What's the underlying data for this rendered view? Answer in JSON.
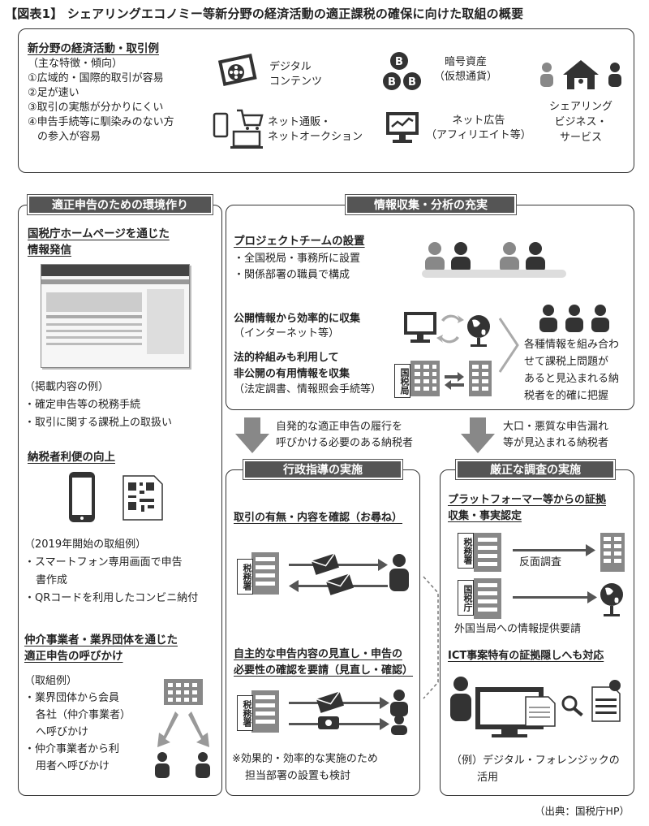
{
  "title": "【図表1】 シェアリングエコノミー等新分野の経済活動の適正課税の確保に向けた取組の概要",
  "top": {
    "heading": "新分野の経済活動・取引例",
    "features_label": "（主な特徴・傾向）",
    "features": [
      "①広域的・国際的取引が容易",
      "②足が速い",
      "③取引の実態が分かりにくい",
      "④申告手続等に馴染みのない方",
      "の参入が容易"
    ],
    "icons": {
      "digital": [
        "デジタル",
        "コンテンツ"
      ],
      "crypto": [
        "暗号資産",
        "（仮想通貨）"
      ],
      "sharing": [
        "シェアリング",
        "ビジネス・",
        "サービス"
      ],
      "ecommerce": [
        "ネット通販・",
        "ネットオークション"
      ],
      "ads": [
        "ネット広告",
        "（アフィリエイト等）"
      ]
    }
  },
  "left": {
    "tag": "適正申告のための環境作り",
    "s1_heading": [
      "国税庁ホームページを通じた",
      "情報発信"
    ],
    "s1_label": "（掲載内容の例）",
    "s1_items": [
      "・確定申告等の税務手続",
      "・取引に関する課税上の取扱い"
    ],
    "s2_heading": "納税者利便の向上",
    "s2_label": "（2019年開始の取組例）",
    "s2_items": [
      "・スマートフォン専用画面で申告",
      "書作成",
      "・QRコードを利用したコンビニ納付"
    ],
    "s3_heading": [
      "仲介事業者・業界団体を通じた",
      "適正申告の呼びかけ"
    ],
    "s3_label": "（取組例）",
    "s3_items": [
      "・業界団体から会員",
      "各社（仲介事業者）",
      "へ呼びかけ",
      "・仲介事業者から利",
      "用者へ呼びかけ"
    ]
  },
  "info": {
    "tag": "情報収集・分析の充実",
    "p1_heading": "プロジェクトチームの設置",
    "p1_items": [
      "・全国税局・事務所に設置",
      "・関係部署の職員で構成"
    ],
    "p2_heading": "公開情報から効率的に収集",
    "p2_sub": "（インターネット等）",
    "p3_heading": [
      "法的枠組みも利用して",
      "非公開の有用情報を収集"
    ],
    "p3_sub": "（法定調書、情報照会手続等）",
    "kokuzei": "国税局",
    "result": [
      "各種情報を組み合わ",
      "せて課税上問題が",
      "あると見込まれる納",
      "税者を的確に把握"
    ]
  },
  "arrows": {
    "left_text": [
      "自発的な適正申告の履行を",
      "呼びかける必要のある納税者"
    ],
    "right_text": [
      "大口・悪質な申告漏れ",
      "等が見込まれる納税者"
    ]
  },
  "guidance": {
    "tag": "行政指導の実施",
    "h1": "取引の有無・内容を確認（お尋ね）",
    "h2": [
      "自主的な申告内容の見直し・申告の",
      "必要性の確認を要請（見直し・確認）"
    ],
    "zeimusho": "税務署",
    "note": [
      "※効果的・効率的な実施のため",
      "担当部署の設置も検討"
    ]
  },
  "audit": {
    "tag": "厳正な調査の実施",
    "h1": [
      "プラットフォーマー等からの証拠",
      "収集・事実認定"
    ],
    "zeimusho": "税務署",
    "kokuzei": "国税庁",
    "hanmen": "反面調査",
    "foreign": "外国当局への情報提供要請",
    "h2": "ICT事案特有の証拠隠しへも対応",
    "example": [
      "（例）デジタル・フォレンジックの",
      "活用"
    ]
  },
  "source": "（出典：国税庁HP）",
  "colors": {
    "dark": "#333333",
    "gray": "#888888",
    "tag": "#555555"
  }
}
